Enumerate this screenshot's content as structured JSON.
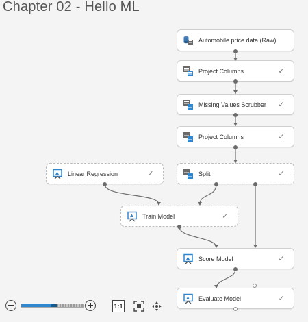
{
  "header": {
    "title": "Chapter 02 - Hello ML"
  },
  "modules": {
    "automobile": {
      "label": "Automobile price data (Raw)",
      "icon": "dataset-icon",
      "status": ""
    },
    "project1": {
      "label": "Project Columns",
      "icon": "table-transform-icon",
      "status": "✓"
    },
    "missing": {
      "label": "Missing Values Scrubber",
      "icon": "table-transform-icon",
      "status": "✓"
    },
    "project2": {
      "label": "Project Columns",
      "icon": "table-transform-icon",
      "status": "✓"
    },
    "split": {
      "label": "Split",
      "icon": "table-transform-icon",
      "status": "✓"
    },
    "linear": {
      "label": "Linear Regression",
      "icon": "model-icon",
      "status": "✓"
    },
    "train": {
      "label": "Train Model",
      "icon": "model-icon",
      "status": "✓"
    },
    "score": {
      "label": "Score Model",
      "icon": "model-icon",
      "status": "✓"
    },
    "evaluate": {
      "label": "Evaluate Model",
      "icon": "model-icon",
      "status": "✓"
    }
  },
  "toolbar": {
    "zoom_out_icon": "zoom-out-icon",
    "zoom_in_icon": "zoom-in-icon",
    "actual_size_label": "1:1",
    "fit_icon": "fit-to-screen-icon",
    "pan_icon": "pan-arrows-icon"
  },
  "colors": {
    "accent": "#2f87d0",
    "wire": "#6f6f6f",
    "background": "#f4f4f4",
    "card_border": "#cfcfcf"
  }
}
